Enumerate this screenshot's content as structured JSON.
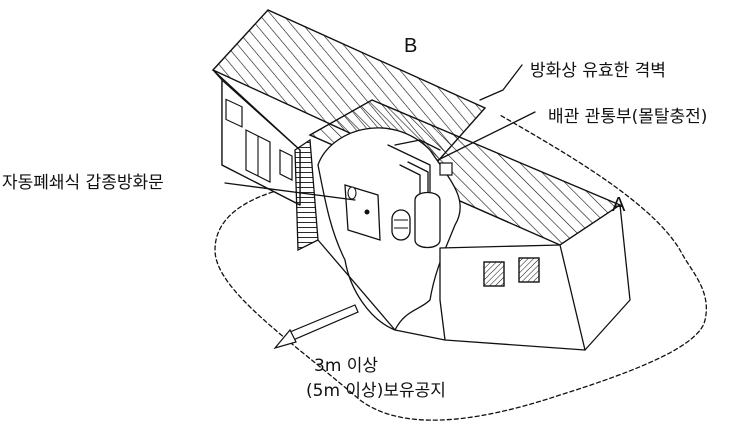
{
  "diagram": {
    "labels": {
      "firewall": "방화상 유효한 격벽",
      "pipe_penetration": "배관 관통부(몰탈충전)",
      "fire_door": "자동폐쇄식 갑종방화문",
      "distance_line1": "3m 이상",
      "distance_line2": "(5m 이상)보유공지",
      "marker_a": "A",
      "marker_b": "B"
    },
    "colors": {
      "ink": "#111111",
      "background": "#ffffff"
    }
  }
}
